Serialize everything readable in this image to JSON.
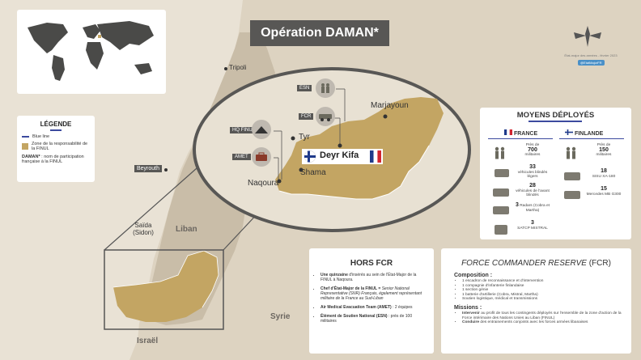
{
  "title": "Opération DAMAN*",
  "legend": {
    "heading": "LÉGENDE",
    "blue_line_label": "Blue line",
    "zone_label": "Zone de la responsabilité de la FINUL",
    "daman_key": "DAMAN*",
    "daman_def": ": nom de participation française à la FINUL"
  },
  "cities": {
    "tripoli": "Tripoli",
    "beyrouth": "Beyrouth",
    "saida": "Saïda (Sidon)",
    "tyr": "Tyr",
    "naqoura": "Naqoura",
    "shama": "Shama",
    "marjayoun": "Marjayoun",
    "deyr_kifa": "Deyr Kifa"
  },
  "countries": {
    "liban": "Liban",
    "syrie": "Syrie",
    "israel": "Israël"
  },
  "markers": {
    "esn": "ESN",
    "fcr": "FCR",
    "hq": "HQ FINUL",
    "amet": "AMET"
  },
  "moyens": {
    "title": "MOYENS DÉPLOYÉS",
    "france": {
      "label": "FRANCE",
      "personnel_prefix": "Près de",
      "personnel_value": "700",
      "personnel_unit": "militaires",
      "vbl_value": "33",
      "vbl_unit": "véhicules blindés légers",
      "vab_value": "28",
      "vab_unit": "véhicules de l'avant blindés",
      "radars_value": "3",
      "radars_unit": "Radars (Cobra et Martha)",
      "satcp_value": "3",
      "satcp_unit": "SATCP MISTRAL"
    },
    "finland": {
      "label": "FINLANDE",
      "personnel_prefix": "Près de",
      "personnel_value": "150",
      "personnel_unit": "militaires",
      "sisu_value": "18",
      "sisu_unit": "SISU XA-180",
      "mercedes_value": "15",
      "mercedes_unit": "Mercedes MB G300"
    }
  },
  "hors": {
    "title": "HORS FCR",
    "items": [
      {
        "bold": "Une quinzaine",
        "text": "d'insérés au sein de l'État-Major de la FINUL à Naqoura."
      },
      {
        "bold": "Chef d'État-Major de la FINUL =",
        "text": "Senior National Representative (SNR) Français, également représentant militaire de la France au Sud-Liban"
      },
      {
        "bold": "Air Medical Evacuation Team (AMET)",
        "text": ": 2 équipes"
      },
      {
        "bold": "Élément de Soutien National (ESN)",
        "text": ": près de 100 militaires"
      }
    ]
  },
  "fcr": {
    "title_italic": "FORCE COMMANDER RESERVE",
    "title_suffix": "(FCR)",
    "composition_heading": "Composition :",
    "composition": [
      "1 escadron de reconnaissance et d'intervention",
      "1 compagnie d'infanterie finlandaise",
      "1 section génie",
      "1 batterie d'artillerie (Cobra, Mistral, Martha)",
      "Soutien logistique, médical et transmissions"
    ],
    "missions_heading": "Missions :",
    "missions": [
      {
        "bold": "Intervenir",
        "text": "au profit de tous les contingents déployés sur l'ensemble de la zone d'action de la Force intérimaire des Nations Unies au Liban (FINUL)"
      },
      {
        "bold": "Conduire",
        "text": "des entrainements conjoints avec les forces armées libanaises"
      }
    ]
  },
  "branding": {
    "department": "État-major des armées - février 2023",
    "twitter": "@EtatMajorFR"
  },
  "colors": {
    "sea": "#e9e2d5",
    "land": "#d9cebb",
    "lebanon": "#c8bca8",
    "finul_zone": "#c3a563",
    "dark_box": "#585755",
    "blue_line": "#3c4a9e"
  }
}
